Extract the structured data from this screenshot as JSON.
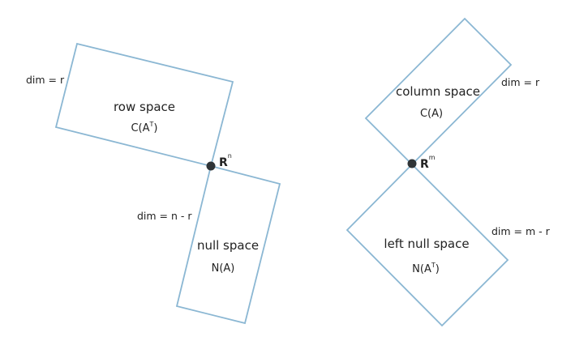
{
  "left": {
    "row_space": {
      "name": "row space",
      "symbol_base": "C(A",
      "symbol_sup": "T",
      "symbol_end": ")",
      "dim": "dim = r"
    },
    "null_space": {
      "name": "null space",
      "symbol": "N(A)",
      "dim": "dim = n - r"
    },
    "ambient": {
      "base": "R",
      "sup": "n"
    }
  },
  "right": {
    "column_space": {
      "name": "column space",
      "symbol": "C(A)",
      "dim": "dim = r"
    },
    "left_null_space": {
      "name": "left null space",
      "symbol_base": "N(A",
      "symbol_sup": "T",
      "symbol_end": ")",
      "dim": "dim = m - r"
    },
    "ambient": {
      "base": "R",
      "sup": "m"
    }
  },
  "colors": {
    "outline": "#8bb7d3",
    "dot": "#2f3437",
    "text": "#222222"
  }
}
